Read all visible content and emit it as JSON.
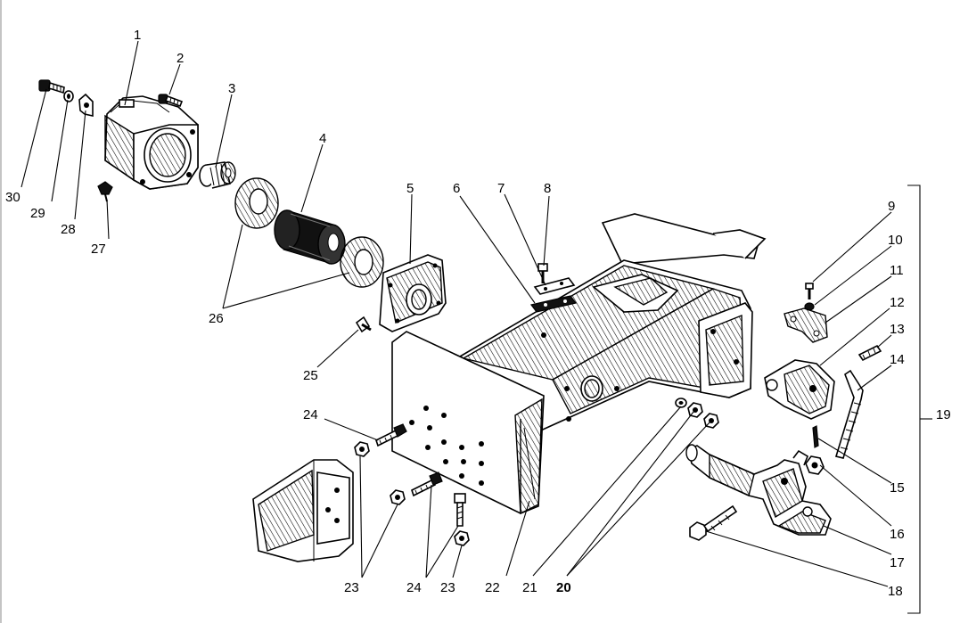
{
  "labels": {
    "l1": "1",
    "l2": "2",
    "l3": "3",
    "l4": "4",
    "l5": "5",
    "l6": "6",
    "l7": "7",
    "l8": "8",
    "l9": "9",
    "l10": "10",
    "l11": "11",
    "l12": "12",
    "l13": "13",
    "l14": "14",
    "l15": "15",
    "l16": "16",
    "l17": "17",
    "l18": "18",
    "l19": "19",
    "l20": "20",
    "l21": "21",
    "l22": "22",
    "l23a": "23",
    "l23b": "23",
    "l24a": "24",
    "l24b": "24",
    "l25": "25",
    "l26": "26",
    "l27": "27",
    "l28": "28",
    "l29": "29",
    "l30": "30"
  }
}
